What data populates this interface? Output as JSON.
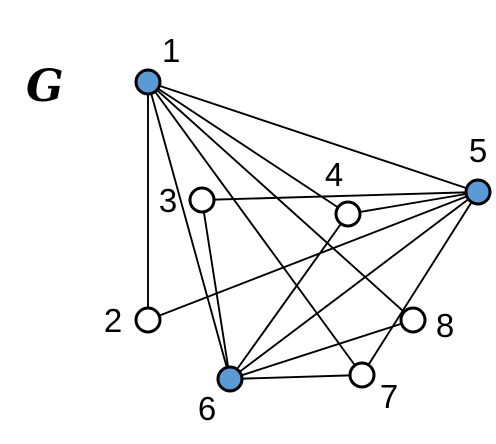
{
  "graph": {
    "title": "G",
    "colors": {
      "edge": "#000000",
      "node_stroke": "#000000",
      "node_filled": "#5b9bd5",
      "node_empty": "#ffffff"
    },
    "nodes": [
      {
        "id": "1",
        "label": "1",
        "filled": true
      },
      {
        "id": "2",
        "label": "2",
        "filled": false
      },
      {
        "id": "3",
        "label": "3",
        "filled": false
      },
      {
        "id": "4",
        "label": "4",
        "filled": false
      },
      {
        "id": "5",
        "label": "5",
        "filled": true
      },
      {
        "id": "6",
        "label": "6",
        "filled": true
      },
      {
        "id": "7",
        "label": "7",
        "filled": false
      },
      {
        "id": "8",
        "label": "8",
        "filled": false
      }
    ],
    "edges": [
      [
        "1",
        "2"
      ],
      [
        "1",
        "4"
      ],
      [
        "1",
        "5"
      ],
      [
        "1",
        "6"
      ],
      [
        "1",
        "7"
      ],
      [
        "1",
        "8"
      ],
      [
        "2",
        "5"
      ],
      [
        "3",
        "5"
      ],
      [
        "3",
        "6"
      ],
      [
        "4",
        "5"
      ],
      [
        "4",
        "6"
      ],
      [
        "5",
        "6"
      ],
      [
        "5",
        "7"
      ],
      [
        "6",
        "7"
      ],
      [
        "6",
        "8"
      ]
    ]
  }
}
